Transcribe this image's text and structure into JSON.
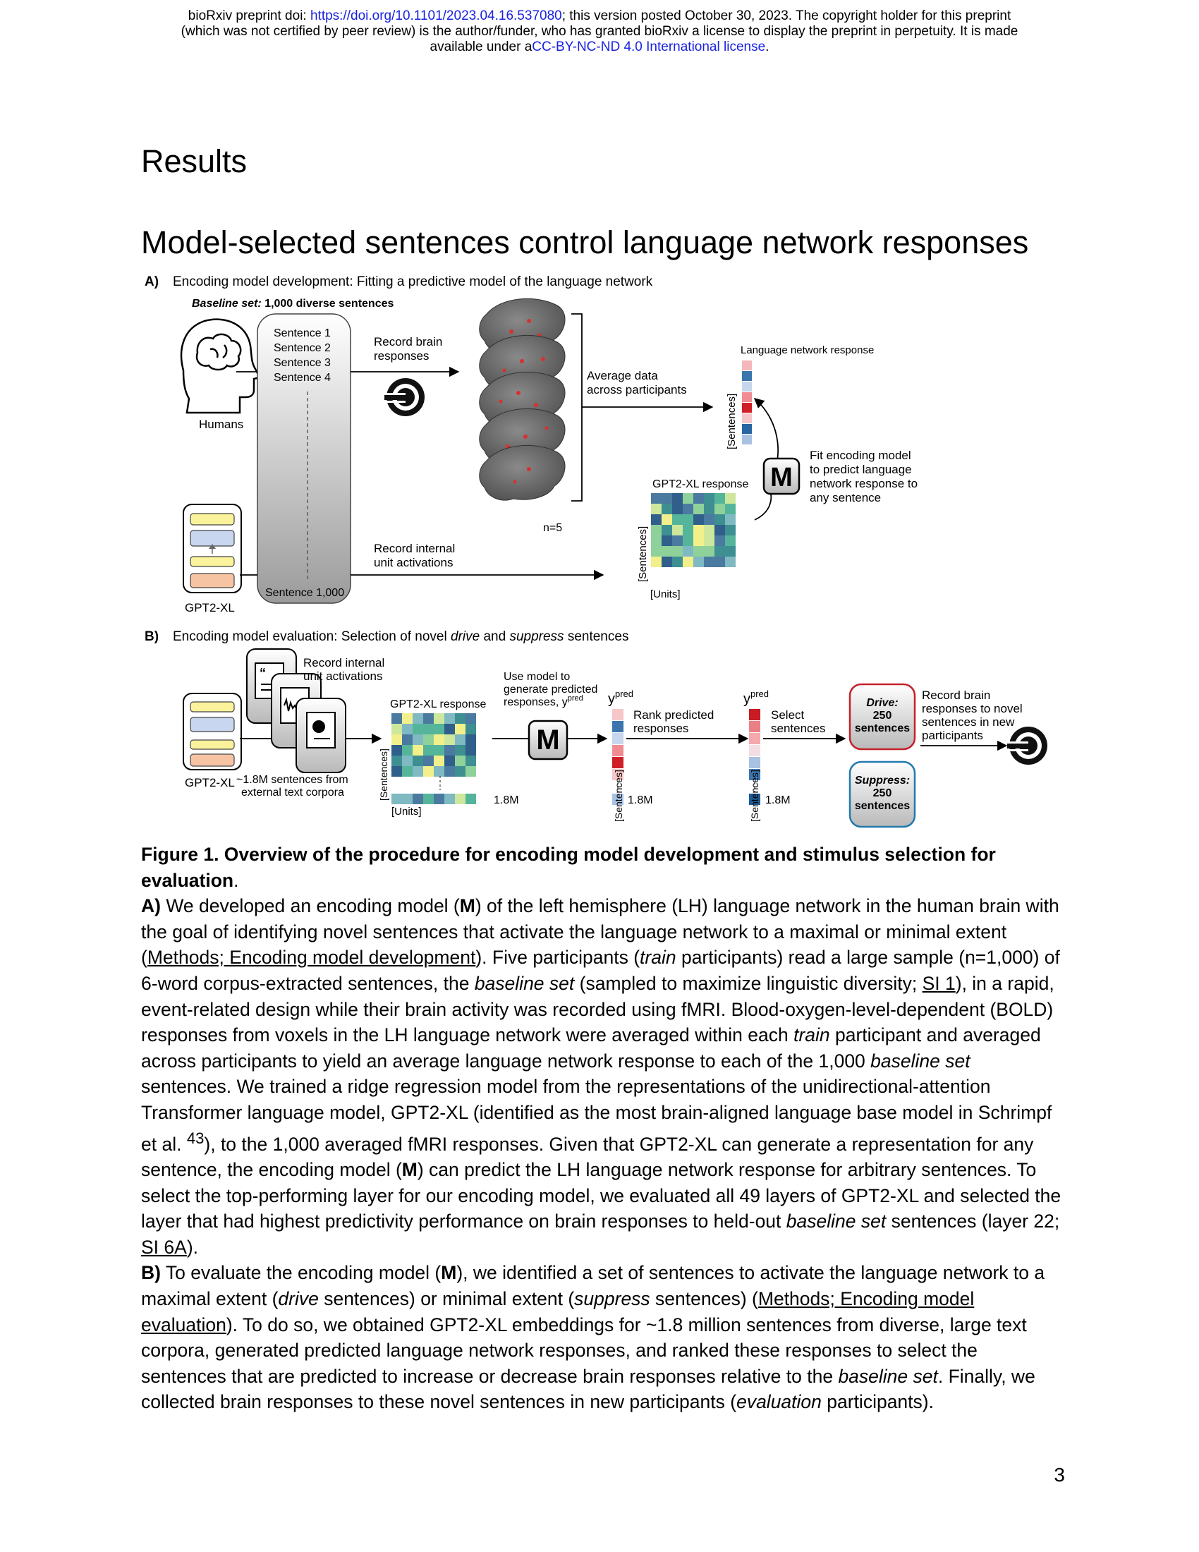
{
  "header": {
    "notice_pre": "bioRxiv preprint doi: ",
    "doi_url": "https://doi.org/10.1101/2023.04.16.537080",
    "notice_mid": "; this version posted October 30, 2023. The copyright holder for this preprint",
    "notice_line2": "(which was not certified by peer review) is the author/funder, who has granted bioRxiv a license to display the preprint in perpetuity. It is made",
    "notice_line3_pre": "available under a",
    "license_link": "CC-BY-NC-ND 4.0 International license",
    "notice_line3_post": "."
  },
  "section_title": "Results",
  "subsection_title": "Model-selected sentences control language network responses",
  "figure": {
    "panel_a": {
      "label": "A)",
      "title": "Encoding model development: Fitting a predictive model of the language network",
      "baseline_set_italic": "Baseline set:",
      "baseline_set_rest": " 1,000 diverse sentences",
      "sentences": [
        "Sentence 1",
        "Sentence 2",
        "Sentence 3",
        "Sentence 4"
      ],
      "sentence_last": "Sentence 1,000",
      "humans_label": "Humans",
      "gpt_label": "GPT2-XL",
      "record_brain_1": "Record brain",
      "record_brain_2": "responses",
      "record_internal_1": "Record internal",
      "record_internal_2": "unit activations",
      "n_label": "n=5",
      "average_1": "Average data",
      "average_2": "across participants",
      "lang_net_response": "Language network response",
      "sentences_axis": "[Sentences]",
      "gpt_response": "GPT2-XL response",
      "units_axis": "[Units]",
      "model_letter": "M",
      "fit_1": "Fit encoding model",
      "fit_2": "to predict language",
      "fit_3": "network response to",
      "fit_4": "any sentence"
    },
    "panel_b": {
      "label": "B)",
      "title_pre": "Encoding model evaluation: Selection of novel ",
      "title_drive": "drive",
      "title_mid": " and ",
      "title_suppress": "suppress",
      "title_post": " sentences",
      "gpt_label": "GPT2-XL",
      "record_internal_1": "Record internal",
      "record_internal_2": "unit activations",
      "corpus_1": "~1.8M sentences from",
      "corpus_2": "external text corpora",
      "gpt_response": "GPT2-XL response",
      "sentences_axis": "[Sentences]",
      "units_axis": "[Units]",
      "count_1": "1.8M",
      "use_model_1": "Use model to",
      "use_model_2": "generate predicted",
      "use_model_3": "responses, y",
      "pred_sup": "pred",
      "y_label": "y",
      "model_letter": "M",
      "rank_1": "Rank predicted",
      "rank_2": "responses",
      "count_2": "1.8M",
      "select_1": "Select",
      "select_2": "sentences",
      "count_3": "1.8M",
      "drive_1": "Drive:",
      "drive_2": "250",
      "drive_3": "sentences",
      "suppress_1": "Suppress:",
      "suppress_2": "250",
      "suppress_3": "sentences",
      "record_novel_1": "Record brain",
      "record_novel_2": "responses to novel",
      "record_novel_3": "sentences in new",
      "record_novel_4": "participants"
    }
  },
  "caption": {
    "title": "Figure 1. Overview of the procedure for encoding model development and stimulus selection for evaluation",
    "title_end": ".",
    "a_label": "A)",
    "a_1": " We developed an encoding model (",
    "m": "M",
    "a_2": ") of the left hemisphere (LH) language network in the human brain with the goal of identifying novel sentences that activate the language network to a maximal or minimal extent (",
    "link_methods_dev": "Methods; Encoding model development",
    "a_3": "). Five participants (",
    "train": "train",
    "a_4": " participants) read a large sample (n=1,000) of 6-word corpus-extracted sentences, the ",
    "baseline_set": "baseline set",
    "a_5": " (sampled to maximize linguistic diversity; ",
    "link_si1": "SI 1",
    "a_6": "), in a rapid, event-related design while their brain activity was recorded using fMRI. Blood-oxygen-level-dependent (BOLD) responses from voxels in the LH language network were averaged within each ",
    "a_7": " participant and averaged across participants to yield an average language network response to each of the 1,000 ",
    "a_8": " sentences. We trained a ridge regression model from the representations of the unidirectional-attention Transformer language model, GPT2-XL (identified as the most brain-aligned language base model in Schrimpf et al. ",
    "ref": "43",
    "a_9": "), to the 1,000 averaged fMRI responses. Given that GPT2-XL can generate a representation for any sentence, the encoding model (",
    "a_10": ") can predict the LH language network response for arbitrary sentences. To select the top-performing layer for our encoding model, we evaluated all 49 layers of GPT2-XL and selected the layer that had highest predictivity performance on brain responses to held-out ",
    "a_11": " sentences (layer 22; ",
    "link_si6a": "SI 6A",
    "a_12": ").",
    "b_label": "B)",
    "b_1": " To evaluate the encoding model (",
    "b_2": "), we identified a set of sentences to activate the language network to a maximal extent (",
    "drive": "drive",
    "b_3": " sentences) or minimal extent (",
    "suppress": "suppress",
    "b_4": " sentences) (",
    "link_methods_eval": "Methods; Encoding model evaluation",
    "b_5": "). To do so, we obtained GPT2-XL embeddings for ~1.8 million sentences from diverse, large text corpora, generated predicted language network responses, and ranked these responses to select the sentences that are predicted to increase or decrease brain responses relative to the ",
    "b_6": ". Finally, we collected brain responses to these novel sentences in new participants (",
    "evaluation": "evaluation",
    "b_7": " participants)."
  },
  "page_number": "3",
  "colors": {
    "link": "#1a22e0",
    "heat_low": "#2f5f8a",
    "heat_high": "#f2f08a",
    "drive_border": "#c4212b",
    "suppress_border": "#2379ae"
  }
}
